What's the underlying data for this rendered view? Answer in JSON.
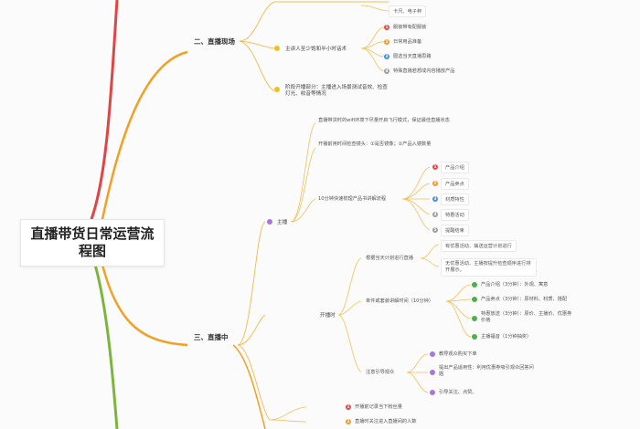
{
  "mindmap": {
    "root": {
      "title": "直播带货日常运营流程图"
    },
    "top": {
      "item": "卡尺、电子秤"
    },
    "section2": {
      "title": "二、直播现场",
      "host": {
        "label": "主讲人至少饱和半小时话术",
        "items": [
          "服装带有配服装",
          "日常用品准备",
          "圈选当天直播思路",
          "特殊直播若想成内容播放产品"
        ]
      },
      "bottom": {
        "label": "阶段开播部分：主播进入场景测试音效、检查灯光、收音等情况"
      }
    },
    "section3": {
      "title": "三、直播中",
      "anchor": {
        "label": "主播"
      },
      "anchor_items": [
        "直播带货时的wifi环境下尽量开启飞行模式，保证最佳直播状态",
        "开播前用时间检查镜头：①是否镜像；②产品入镜数量",
        "10分钟快速梳理产品书讲解流程"
      ],
      "product_items": [
        "产品介绍",
        "产品卖点",
        "材质特性",
        "特惠活动",
        "提醒结束"
      ],
      "live": {
        "label": "开播时"
      },
      "plan": {
        "label": "根据当天计划进行直播",
        "items": [
          "有优惠活动、抽送运营计划进行",
          "无优惠活动、主播按提升检查顺序进行排开展示。"
        ]
      },
      "time": {
        "label": "单件或套装讲解时间（10分钟）",
        "items": [
          "产品介绍（3分钟）：外观、寓意",
          "产品卖点（3分钟）：原材料、材质、搭配",
          "特惠放送（3分钟）：原价、主播价、优惠券价格",
          "主播福音（1分钟抽奖）"
        ]
      },
      "notice": {
        "label": "注意引导观众",
        "items": [
          "教导观众购买下单",
          "提出产品适用性：利用优惠券吸引观众回答问题",
          "引导关注、点赞。"
        ]
      },
      "bottom_items": [
        "开播前记录当下粉丝量",
        "直播时关注进入直播间的人数"
      ]
    }
  },
  "colors": {
    "red_branch": "#e04545",
    "orange_branch": "#f2a023",
    "green_branch": "#7db53c",
    "gold_link": "#f0c05a",
    "yellow_dot": "#f0c11c",
    "purple_dot": "#a877d8",
    "red_badge": "#e64a4a",
    "orange_badge": "#f09a29",
    "blue_badge": "#4a90e2",
    "green_badge": "#4caf50",
    "gray_badge": "#9e9e9e"
  },
  "icons": {
    "section_dot": "circle-dot-icon",
    "numbered_badge": "number-badge-icon"
  }
}
